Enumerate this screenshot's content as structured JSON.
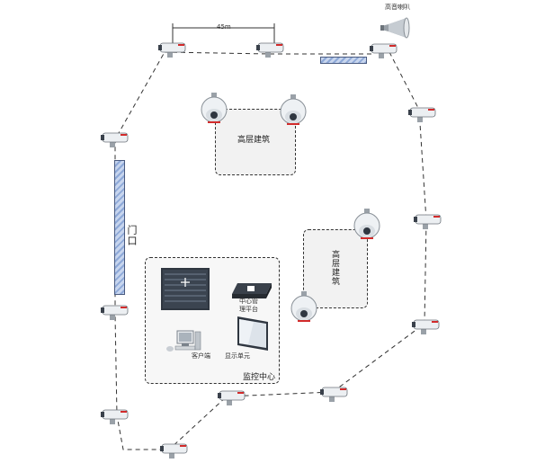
{
  "diagram": {
    "measure_label": "45m",
    "loudspeaker_label": "高音喇叭",
    "gate_label": "门口",
    "building_top_label": "高层建筑",
    "building_right_label": "高层建筑",
    "monitor_center_label": "监控中心",
    "nvr_label_line1": "中心管",
    "nvr_label_line2": "理平台",
    "client_label": "客户端",
    "display_label": "显示单元"
  },
  "colors": {
    "line": "#333333",
    "camera_red": "#d22b2b",
    "fence_blue": "#8ea9d8",
    "server_dark": "#2f3640"
  },
  "icons": {
    "bullet_camera": "bullet-camera-icon",
    "dome_camera": "dome-camera-icon",
    "loudspeaker": "loudspeaker-icon",
    "server": "server-icon",
    "nvr": "nvr-icon",
    "client_pc": "client-pc-icon",
    "display": "display-monitor-icon"
  }
}
